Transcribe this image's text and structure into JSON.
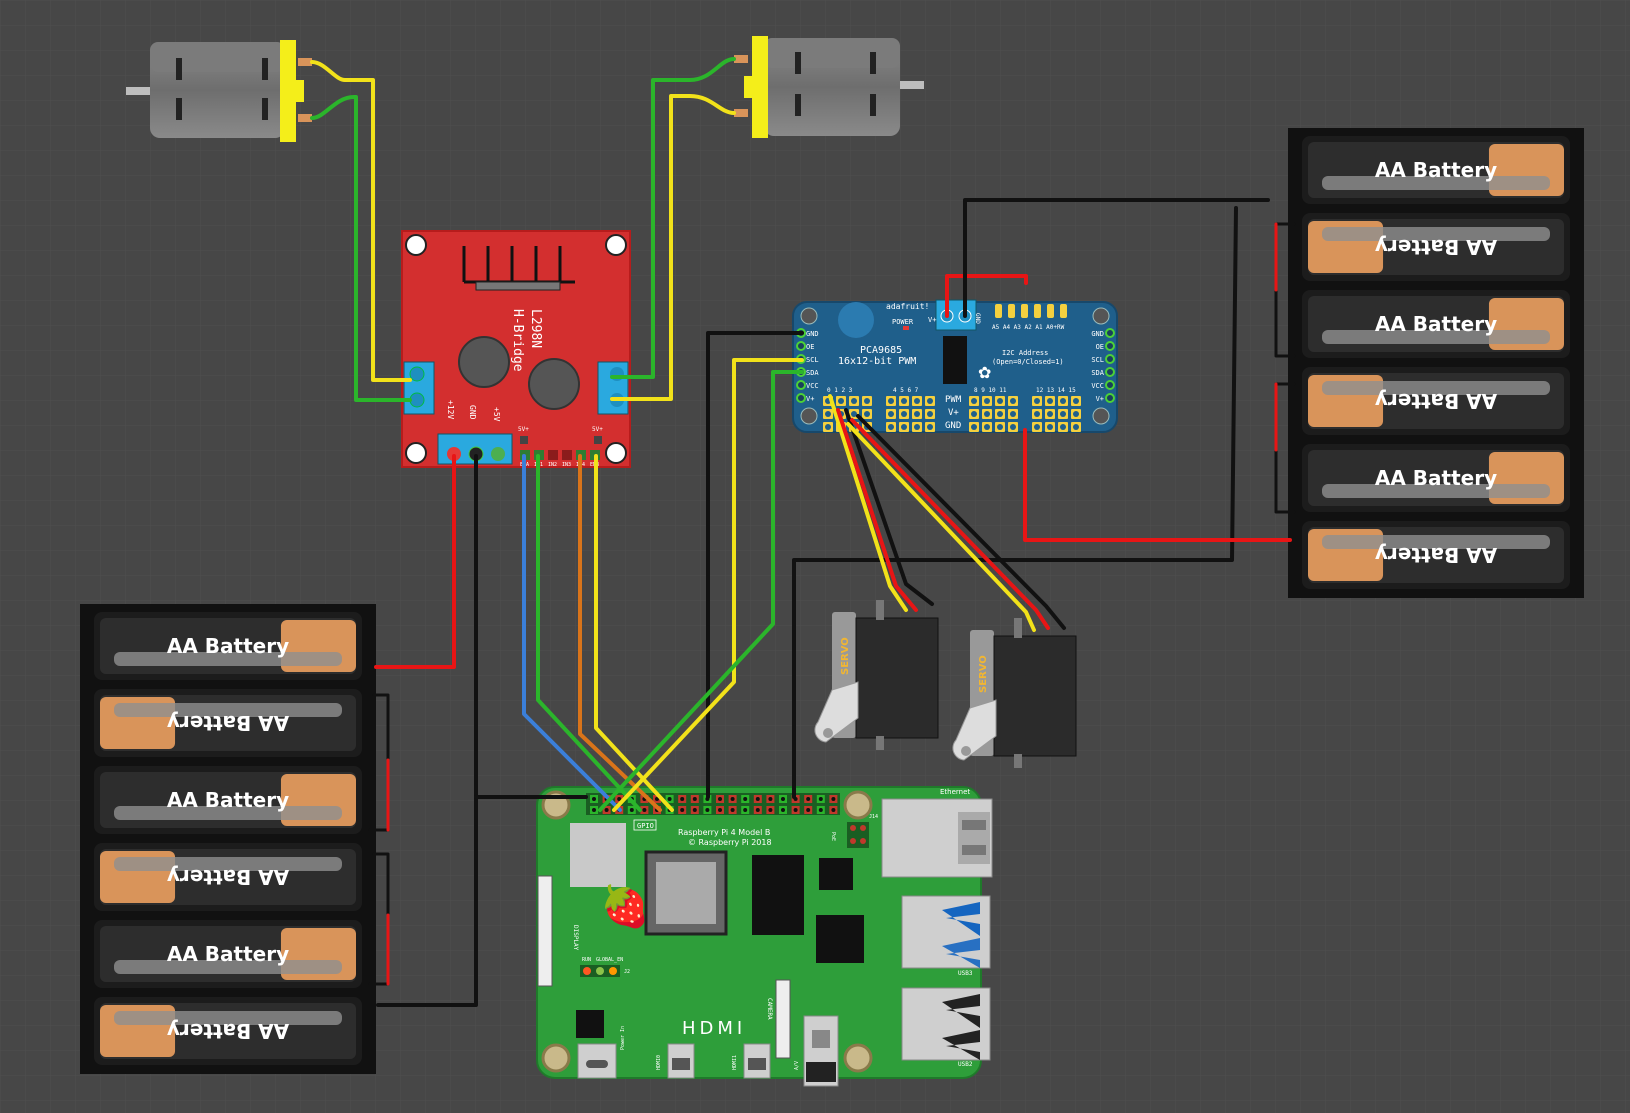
{
  "colors": {
    "background": "#474747",
    "grid": "#525252",
    "wire_red": "#e81515",
    "wire_black": "#111111",
    "wire_yellow": "#f2e21a",
    "wire_green": "#2bb52b",
    "wire_blue": "#3b7fd9",
    "wire_orange": "#d9741a",
    "hbridge_board": "#d32f2f",
    "pwm_board": "#1f5f8b",
    "pi_board": "#2e9e3a",
    "battery_label": "#ffffff",
    "battery_copper": "#d9945a"
  },
  "battery_label": "AA Battery",
  "hbridge": {
    "title_line1": "L298N",
    "title_line2": "H-Bridge",
    "pin_12v": "+12V",
    "pin_gnd": "GND",
    "pin_5v": "+5V",
    "pin_5v_left": "5V+",
    "pin_5v_right": "5V+",
    "pin_ena": "ENA",
    "pin_in1": "IN1",
    "pin_in2": "IN2",
    "pin_in3": "IN3",
    "pin_in4": "IN4",
    "pin_enb": "ENB"
  },
  "pwm": {
    "brand": "adafruit!",
    "chip": "PCA9685",
    "subtitle": "16x12-bit PWM",
    "address_line1": "I2C Address",
    "address_line2": "(Open=0/Closed=1)",
    "power_label": "POWER",
    "vplus_label": "V+",
    "gnd_label": "GND",
    "addr_pins": "A5 A4 A3 A2 A1 A0+RW",
    "left_pins": [
      "GND",
      "OE",
      "SCL",
      "SDA",
      "VCC",
      "V+"
    ],
    "right_pins": [
      "GND",
      "OE",
      "SCL",
      "SDA",
      "VCC",
      "V+"
    ],
    "channel_groups": [
      "0 1 2 3",
      "4 5 6 7",
      "8 9 10 11",
      "12 13 14 15"
    ],
    "row_pwm": "PWM",
    "row_v": "V+",
    "row_gnd": "GND"
  },
  "servo_label": "SERVO",
  "pi": {
    "model": "Raspberry Pi 4 Model B",
    "copyright": "© Raspberry Pi 2018",
    "gpio": "GPIO",
    "ethernet": "Ethernet",
    "usb3": "USB3",
    "usb2": "USB2",
    "hdmi": "HDMI",
    "display": "DISPLAY",
    "camera": "CAMERA",
    "run": "RUN",
    "global_en": "GLOBAL_EN",
    "j2": "J2",
    "power_in": "Power In",
    "hdmi0": "HDMI0",
    "hdmi1": "HDMI1",
    "audio": "A/V",
    "poe": "PoE",
    "j14": "J14"
  }
}
